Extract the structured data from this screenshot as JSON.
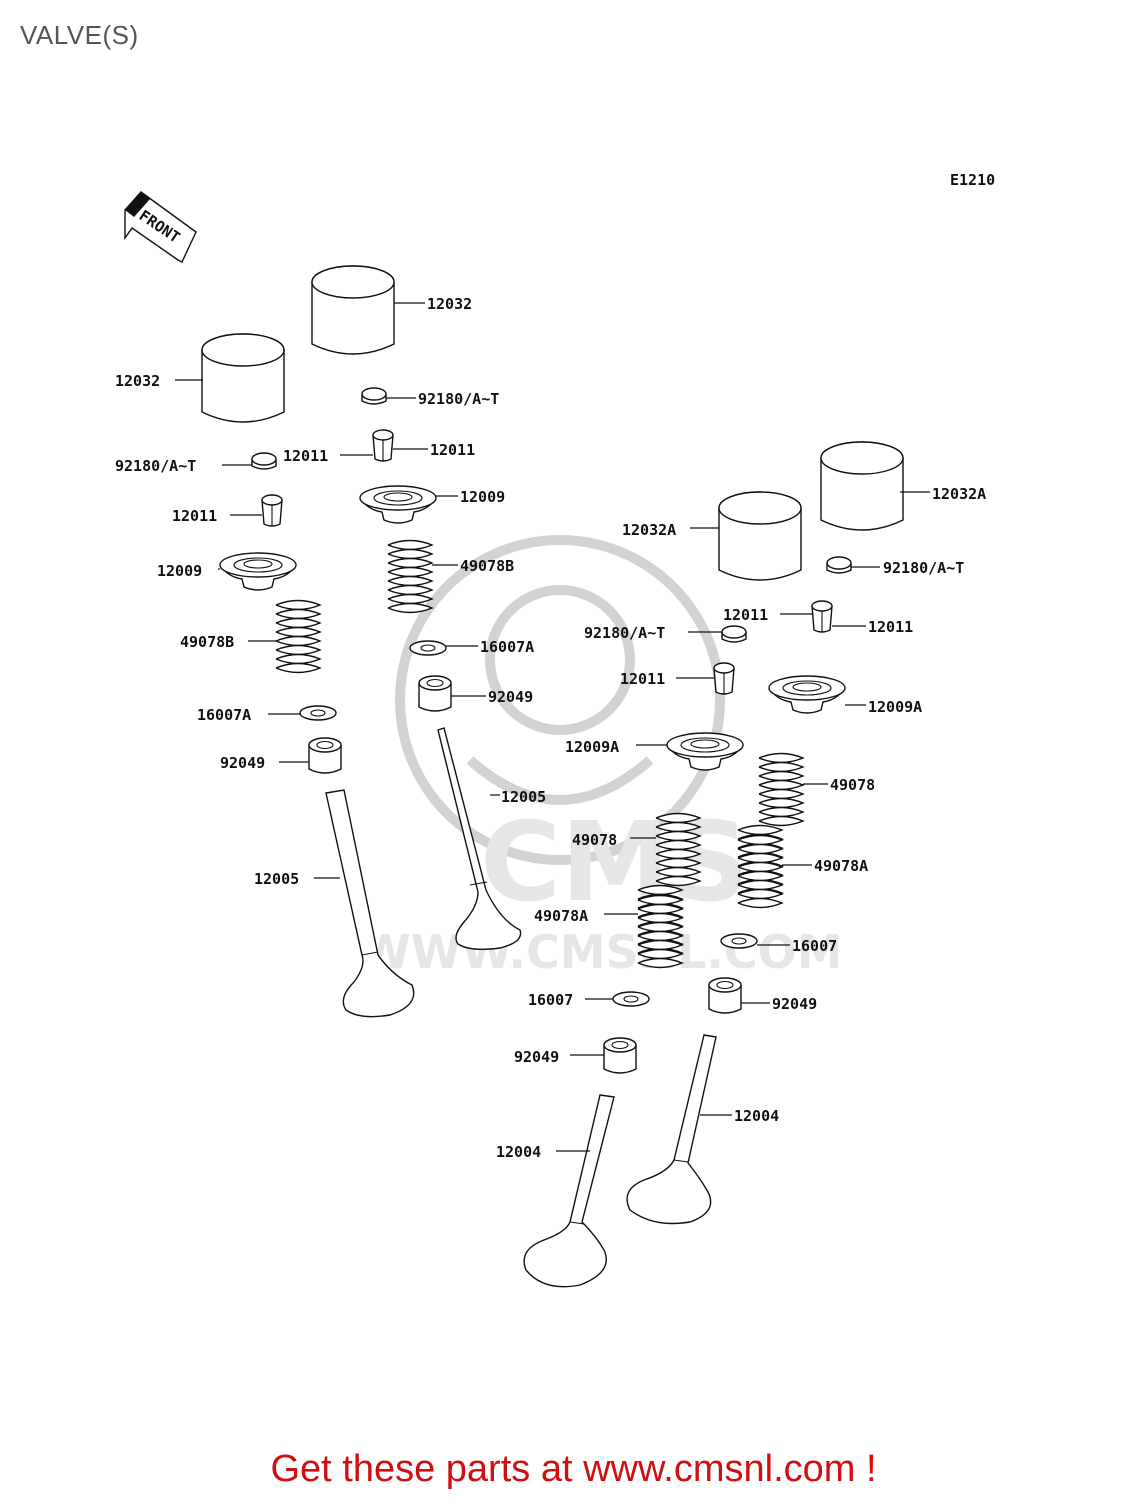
{
  "page": {
    "title": "VALVE(S)",
    "diagram_code": "E1210",
    "front_label": "FRONT",
    "footer": "Get these parts at www.cmsnl.com !",
    "footer_color": "#d01010"
  },
  "watermark": {
    "brand": "CMS",
    "url": "WWW.CMSNL.COM"
  },
  "labels": [
    {
      "id": "l01",
      "text": "12032"
    },
    {
      "id": "l02",
      "text": "12032"
    },
    {
      "id": "l03",
      "text": "92180/A~T"
    },
    {
      "id": "l04",
      "text": "92180/A~T"
    },
    {
      "id": "l05",
      "text": "12011"
    },
    {
      "id": "l06",
      "text": "12011"
    },
    {
      "id": "l07",
      "text": "12011"
    },
    {
      "id": "l08",
      "text": "12009"
    },
    {
      "id": "l09",
      "text": "12009"
    },
    {
      "id": "l10",
      "text": "49078B"
    },
    {
      "id": "l11",
      "text": "49078B"
    },
    {
      "id": "l12",
      "text": "16007A"
    },
    {
      "id": "l13",
      "text": "16007A"
    },
    {
      "id": "l14",
      "text": "92049"
    },
    {
      "id": "l15",
      "text": "92049"
    },
    {
      "id": "l16",
      "text": "12005"
    },
    {
      "id": "l17",
      "text": "12005"
    },
    {
      "id": "l18",
      "text": "12032A"
    },
    {
      "id": "l19",
      "text": "12032A"
    },
    {
      "id": "l20",
      "text": "92180/A~T"
    },
    {
      "id": "l21",
      "text": "92180/A~T"
    },
    {
      "id": "l22",
      "text": "12011"
    },
    {
      "id": "l23",
      "text": "12011"
    },
    {
      "id": "l24",
      "text": "12011"
    },
    {
      "id": "l25",
      "text": "12009A"
    },
    {
      "id": "l26",
      "text": "12009A"
    },
    {
      "id": "l27",
      "text": "49078"
    },
    {
      "id": "l28",
      "text": "49078"
    },
    {
      "id": "l29",
      "text": "49078A"
    },
    {
      "id": "l30",
      "text": "49078A"
    },
    {
      "id": "l31",
      "text": "16007"
    },
    {
      "id": "l32",
      "text": "16007"
    },
    {
      "id": "l33",
      "text": "92049"
    },
    {
      "id": "l34",
      "text": "92049"
    },
    {
      "id": "l35",
      "text": "12004"
    },
    {
      "id": "l36",
      "text": "12004"
    }
  ]
}
